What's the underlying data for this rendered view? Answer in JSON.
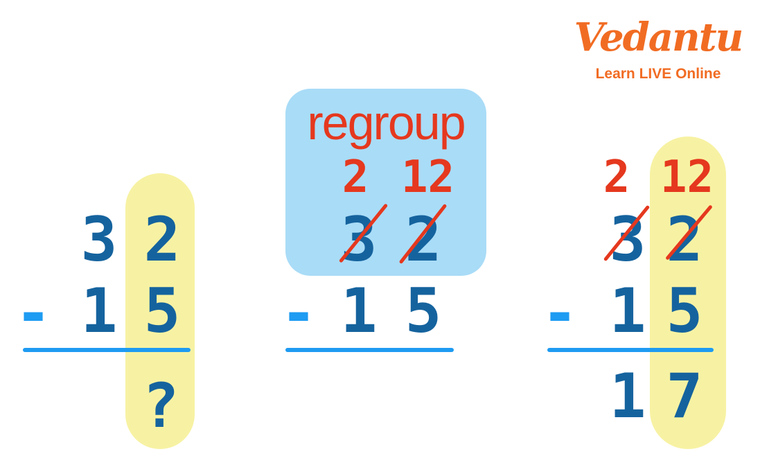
{
  "logo": {
    "brand": "Vedantu",
    "tagline": "Learn LIVE Online"
  },
  "colors": {
    "digit_blue": "#15639e",
    "accent_blue": "#1e9bf2",
    "highlight_yellow": "#f7f2a3",
    "regroup_bg": "#a9dcf7",
    "red": "#e5381e",
    "brand_orange": "#f16c23"
  },
  "problem_left": {
    "minuend_tens": "3",
    "minuend_ones": "2",
    "operator": "-",
    "subtrahend_tens": "1",
    "subtrahend_ones": "5",
    "result_ones": "?",
    "ones_column_highlighted": true
  },
  "problem_middle": {
    "regroup_label": "regroup",
    "borrow_tens": "2",
    "borrow_ones": "12",
    "minuend_tens": "3",
    "minuend_ones": "2",
    "minuend_crossed_out": true,
    "operator": "-",
    "subtrahend_tens": "1",
    "subtrahend_ones": "5"
  },
  "problem_right": {
    "borrow_tens": "2",
    "borrow_ones": "12",
    "minuend_tens": "3",
    "minuend_ones": "2",
    "minuend_crossed_out": true,
    "operator": "-",
    "subtrahend_tens": "1",
    "subtrahend_ones": "5",
    "result_tens": "1",
    "result_ones": "7",
    "ones_column_highlighted": true
  }
}
